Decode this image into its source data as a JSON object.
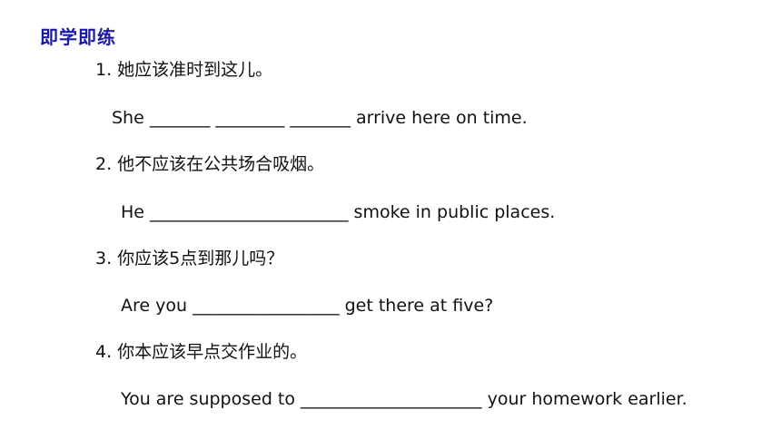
{
  "title": "即学即练",
  "colors": {
    "title": "#1a1aa6",
    "text": "#111111",
    "background": "#ffffff"
  },
  "questions": [
    {
      "prompt": "1. 她应该准时到这儿。",
      "answer_line": "She _______ ________ _______ arrive here on time."
    },
    {
      "prompt": "2. 他不应该在公共场合吸烟。",
      "answer_line": "He _______________________ smoke in public places."
    },
    {
      "prompt": "3. 你应该5点到那儿吗？",
      "answer_line": "Are you _________________ get there at five?"
    },
    {
      "prompt": "4. 你本应该早点交作业的。",
      "answer_line": "You are supposed to _____________________ your homework earlier."
    }
  ]
}
